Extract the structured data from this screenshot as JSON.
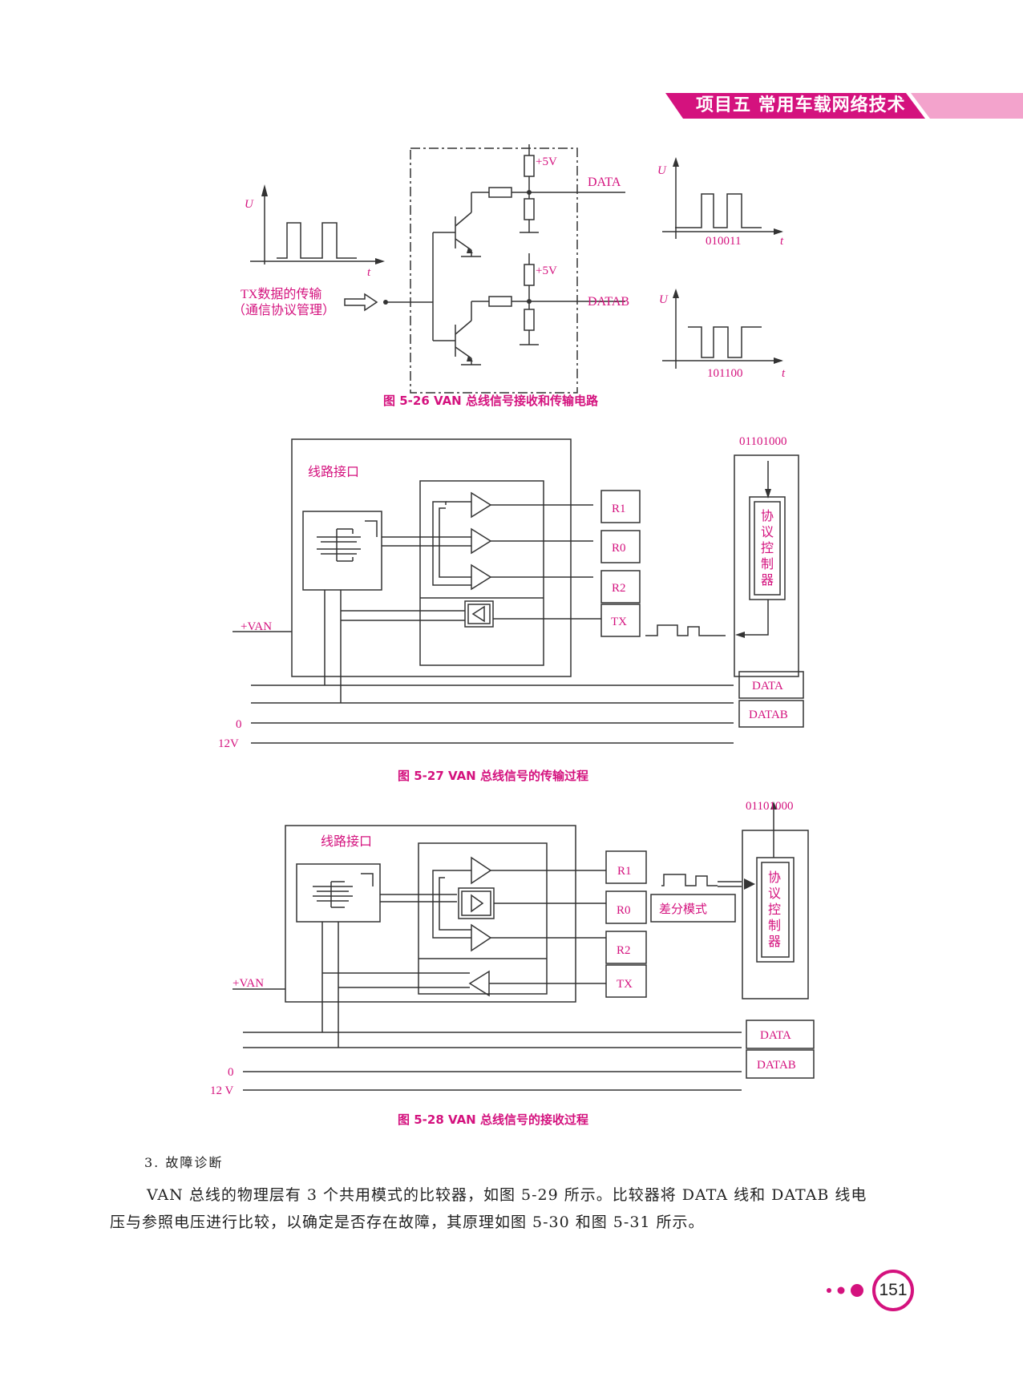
{
  "header": {
    "title": "项目五  常用车载网络技术"
  },
  "fig26": {
    "caption": "图 5-26    VAN 总线信号接收和传输电路",
    "u": "U",
    "t": "t",
    "input_line1": "TX数据的传输",
    "input_line2": "（通信协议管理）",
    "plus5v": "+5V",
    "data": "DATA",
    "datab": "DATAB",
    "bits_data": "010011",
    "bits_datab": "101100"
  },
  "fig27": {
    "caption": "图 5-27    VAN 总线信号的传输过程",
    "interface": "线路接口",
    "r1": "R1",
    "r0": "R0",
    "r2": "R2",
    "tx": "TX",
    "plus_van": "+VAN",
    "bits": "01101000",
    "controller": [
      "协",
      "议",
      "控",
      "制",
      "器"
    ],
    "data": "DATA",
    "datab": "DATAB",
    "zero": "0",
    "v12": "12V"
  },
  "fig28": {
    "caption": "图 5-28    VAN 总线信号的接收过程",
    "interface": "线路接口",
    "r1": "R1",
    "r0": "R0",
    "r2": "R2",
    "tx": "TX",
    "plus_van": "+VAN",
    "bits": "01101000",
    "diff_mode": "差分模式",
    "controller": [
      "协",
      "议",
      "控",
      "制",
      "器"
    ],
    "data": "DATA",
    "datab": "DATAB",
    "zero": "0",
    "v12": "12 V"
  },
  "section": {
    "title": "3. 故障诊断"
  },
  "body": {
    "line1": "VAN 总线的物理层有 3 个共用模式的比较器，如图 5-29 所示。比较器将 DATA 线和 DATAB 线电",
    "line2": "压与参照电压进行比较，以确定是否存在故障，其原理如图 5-30 和图 5-31 所示。"
  },
  "page_number": "151",
  "colors": {
    "accent": "#d4127e",
    "accent_light": "#f3a3cc",
    "line": "#333333"
  }
}
